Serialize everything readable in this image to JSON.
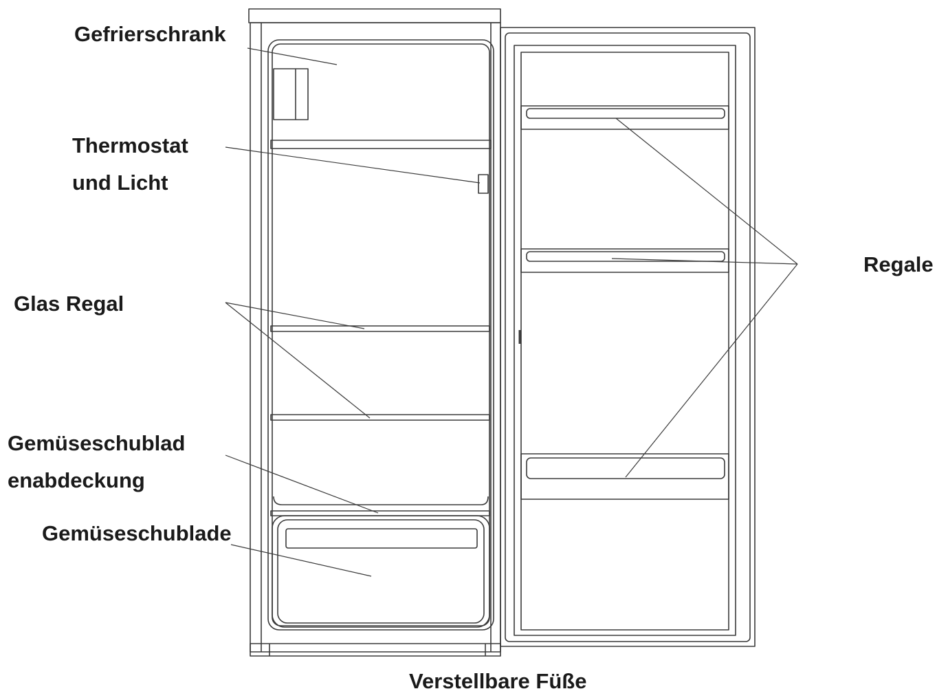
{
  "colors": {
    "line": "#3a3a3a",
    "text": "#1a1a1a",
    "background": "#ffffff"
  },
  "labels": {
    "freezer": "Gefrierschrank",
    "thermostat_line1": "Thermostat",
    "thermostat_line2": "und Licht",
    "glass_shelf": "Glas Regal",
    "crisper_cover_line1": "Gemüseschublad",
    "crisper_cover_line2": "enabdeckung",
    "crisper": "Gemüseschublade",
    "shelves": "Regale",
    "feet": "Verstellbare Füße"
  }
}
